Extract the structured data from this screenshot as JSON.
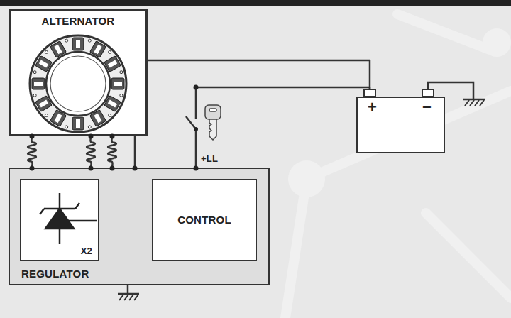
{
  "diagram": {
    "nodes": [
      {
        "text": [
          "ALTERNATOR"
        ]
      },
      {
        "text": [
          "REGULATOR"
        ]
      },
      {
        "text": [
          "X2"
        ],
        "in": 1
      },
      {
        "text": [
          "CONTROL"
        ],
        "in": 1
      },
      {
        "text": [
          "+",
          "−"
        ]
      }
    ],
    "edges": [
      {
        "from": 0,
        "to": 1,
        "arrow": "none"
      },
      {
        "from": 0,
        "to": 1,
        "arrow": "none"
      },
      {
        "from": 0,
        "to": 1,
        "arrow": "none"
      },
      {
        "from": 3,
        "to": 2,
        "arrow": "to"
      },
      {
        "from": 1,
        "to": 4,
        "arrow": "none"
      },
      {
        "from": 1,
        "to": 4,
        "arrow": "none"
      }
    ],
    "labels": [
      "+LL"
    ]
  }
}
